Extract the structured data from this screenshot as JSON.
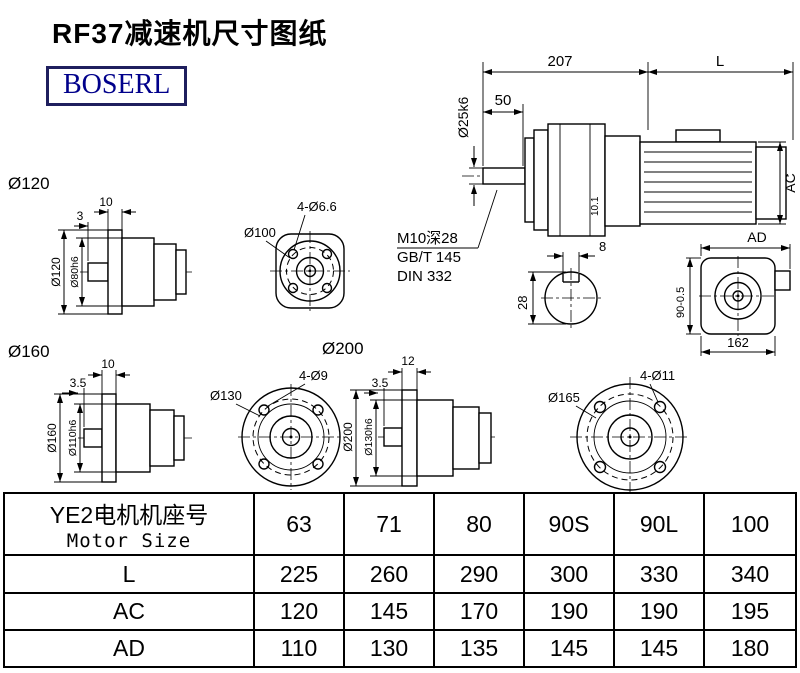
{
  "title": "RF37减速机尺寸图纸",
  "brand": {
    "logo_text": "BOSERL",
    "logo_color": "#00008B"
  },
  "colors": {
    "line": "#000000",
    "background": "#ffffff",
    "logo_border": "#1f1f5e"
  },
  "drawing": {
    "main_view": {
      "dim_207": "207",
      "dim_l": "L",
      "dim_50": "50",
      "shaft_dia": "Ø25k6",
      "dim_ac": "AC",
      "dim_10_1": "10.1",
      "thread_note": "M10深28",
      "std_note_1": "GB/T 145",
      "std_note_2": "DIN 332",
      "key_width": "8",
      "shaft_section_dia": "28",
      "dim_ad": "AD",
      "dim_90": "90-0.5",
      "dim_162": "162"
    },
    "flange_120": {
      "group_label": "Ø120",
      "dim_10": "10",
      "dim_3": "3",
      "flange_od": "Ø120",
      "spigot_dia": "Ø80h6",
      "holes": "4-Ø6.6",
      "bolt_circle": "Ø100"
    },
    "flange_160": {
      "group_label": "Ø160",
      "dim_10": "10",
      "dim_3_5": "3.5",
      "flange_od": "Ø160",
      "spigot_dia": "Ø110h6",
      "bolt_circle": "Ø130",
      "holes": "4-Ø9"
    },
    "flange_200": {
      "group_label": "Ø200",
      "dim_12": "12",
      "dim_3_5": "3.5",
      "flange_od": "Ø200",
      "spigot_dia": "Ø130h6",
      "bolt_circle": "Ø165",
      "holes": "4-Ø11"
    }
  },
  "table": {
    "header_cn": "YE2电机机座号",
    "header_en": "Motor Size",
    "columns": [
      "63",
      "71",
      "80",
      "90S",
      "90L",
      "100"
    ],
    "rows": [
      {
        "label": "L",
        "values": [
          "225",
          "260",
          "290",
          "300",
          "330",
          "340"
        ]
      },
      {
        "label": "AC",
        "values": [
          "120",
          "145",
          "170",
          "190",
          "190",
          "195"
        ]
      },
      {
        "label": "AD",
        "values": [
          "110",
          "130",
          "135",
          "145",
          "145",
          "180"
        ]
      }
    ]
  }
}
